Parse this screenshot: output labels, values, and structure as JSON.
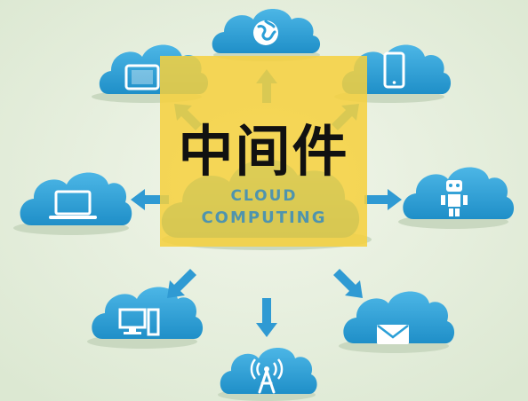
{
  "overlay": {
    "title": "中间件"
  },
  "center_cloud": {
    "line1": "CLOUD",
    "line2": "COMPUTING"
  },
  "colors": {
    "background": "#e4ecdc",
    "cloud_blue": "#2b9fd7",
    "cloud_dark": "#1a7fb3",
    "arrow_blue": "#2f9ad3",
    "overlay_yellow": "#f6d03e",
    "label_blue": "#4f94ad"
  },
  "satellites": [
    {
      "id": "globe",
      "icon": "globe-icon"
    },
    {
      "id": "tablet",
      "icon": "tablet-icon"
    },
    {
      "id": "phone",
      "icon": "phone-icon"
    },
    {
      "id": "laptop",
      "icon": "laptop-icon"
    },
    {
      "id": "robot",
      "icon": "robot-icon"
    },
    {
      "id": "desktop",
      "icon": "desktop-computer-icon"
    },
    {
      "id": "antenna",
      "icon": "antenna-tower-icon"
    },
    {
      "id": "mail",
      "icon": "mail-icon"
    }
  ]
}
